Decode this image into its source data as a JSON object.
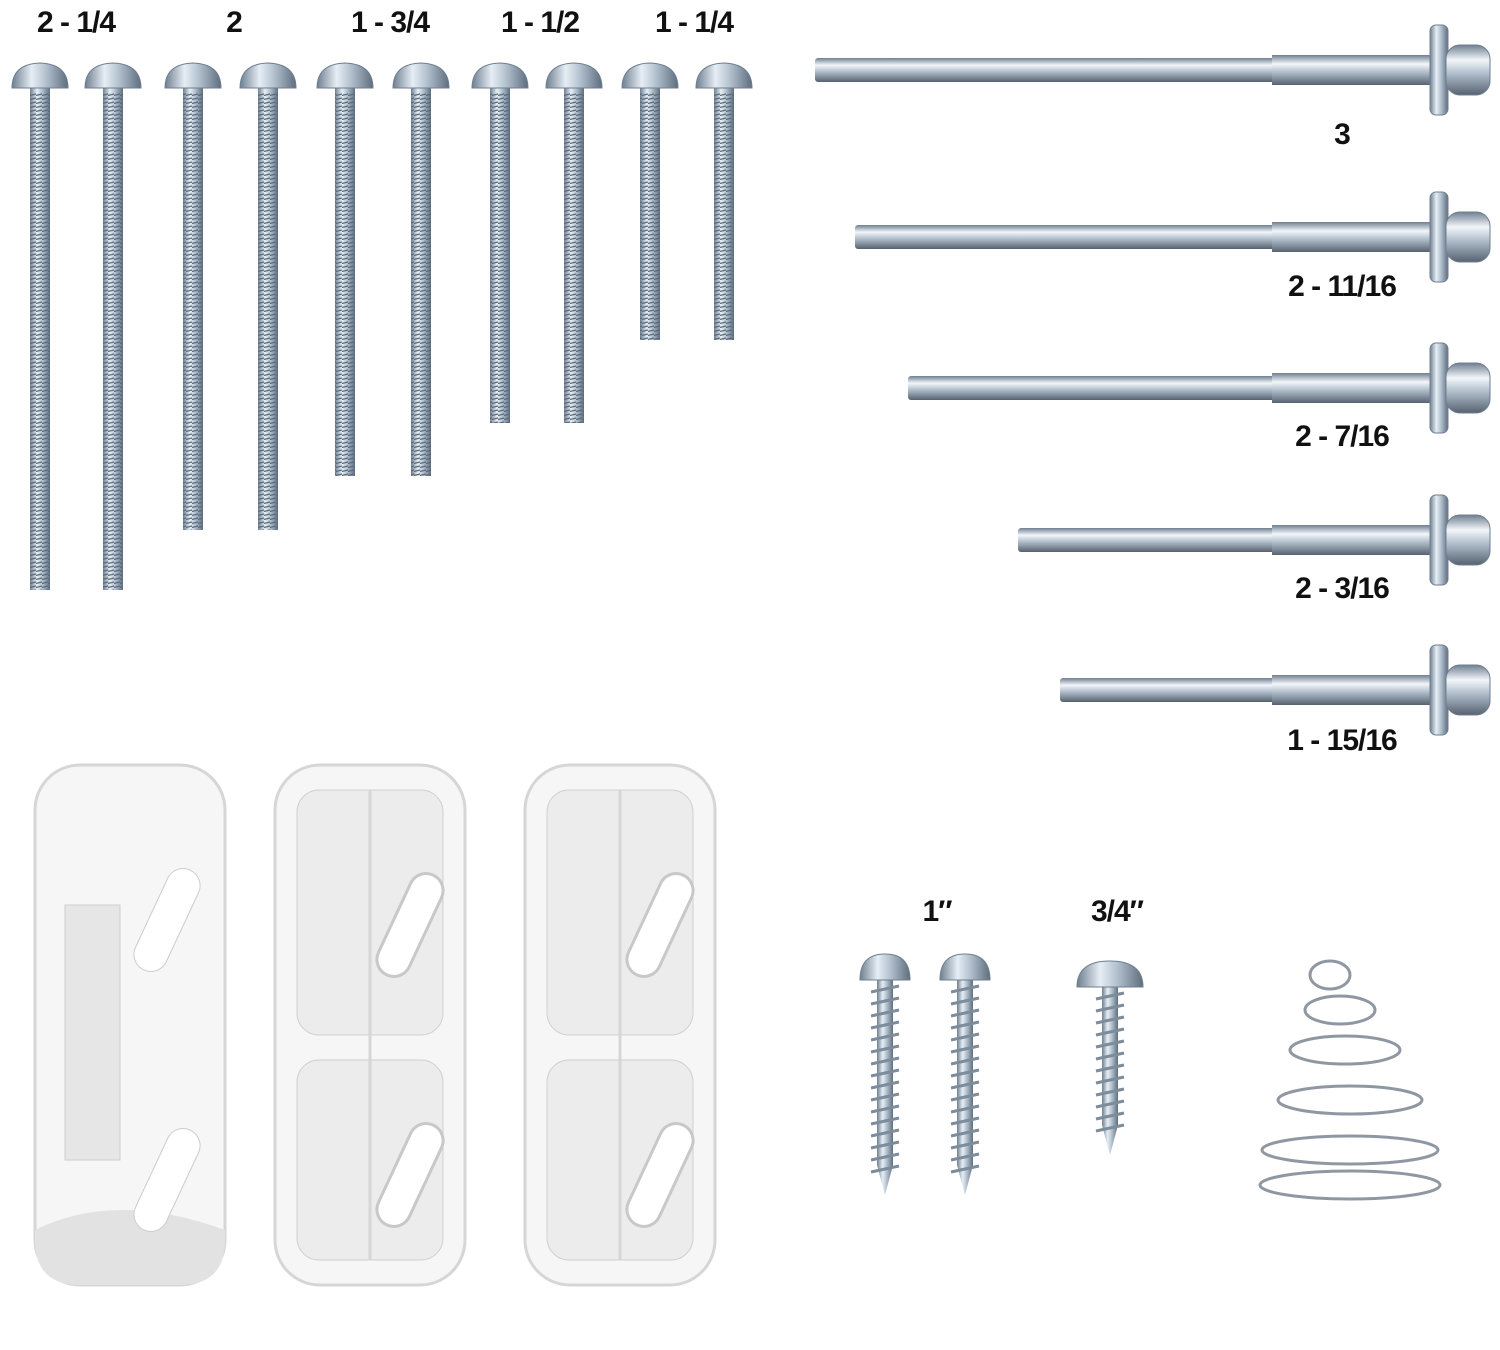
{
  "machine_screws": {
    "labels": [
      "2 - 1/4",
      "2",
      "1 - 3/4",
      "1 - 1/2",
      "1 - 1/4"
    ]
  },
  "pins": {
    "labels": [
      "3",
      "2 - 11/16",
      "2 - 7/16",
      "2 - 3/16",
      "1 - 15/16"
    ]
  },
  "wood_screws": {
    "labels": [
      "1″",
      "3/4″"
    ]
  },
  "colors": {
    "zinc": "#b9c6d3",
    "zinc_dark": "#6f7f90",
    "plastic": "#f4f4f4",
    "plastic_shade": "#dcdcdc"
  }
}
